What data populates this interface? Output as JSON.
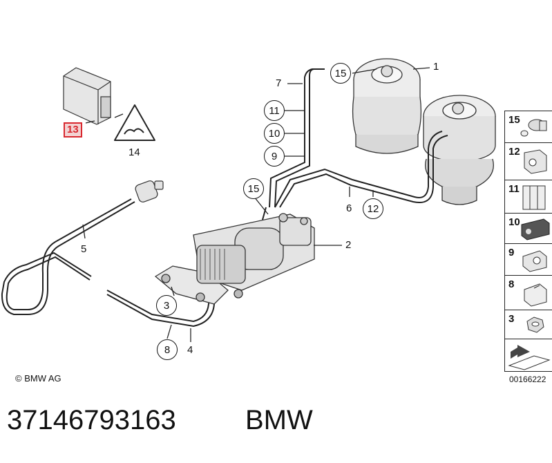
{
  "labels": {
    "p1": "1",
    "p2": "2",
    "p3": "3",
    "p4": "4",
    "p5": "5",
    "p6": "6",
    "p7": "7",
    "p8": "8",
    "p9": "9",
    "p10": "10",
    "p11": "11",
    "p12": "12",
    "p13": "13",
    "p14": "14",
    "p15a": "15",
    "p15b": "15"
  },
  "sidebar": {
    "items": [
      {
        "num": "15",
        "icon": "valve-plug-icon"
      },
      {
        "num": "12",
        "icon": "clip-block-icon"
      },
      {
        "num": "11",
        "icon": "multi-clip-icon"
      },
      {
        "num": "10",
        "icon": "bracket-clip-icon"
      },
      {
        "num": "9",
        "icon": "hose-clip-icon"
      },
      {
        "num": "8",
        "icon": "holder-clip-icon"
      },
      {
        "num": "3",
        "icon": "hex-nut-icon"
      },
      {
        "num": "",
        "icon": "sheet-metal-arrow-icon"
      }
    ]
  },
  "copyright": "© BMW AG",
  "doc_number": "00166222",
  "footer": {
    "part_number": "37146793163",
    "brand": "BMW"
  },
  "colors": {
    "highlight": "#d8282f",
    "line": "#111111"
  }
}
